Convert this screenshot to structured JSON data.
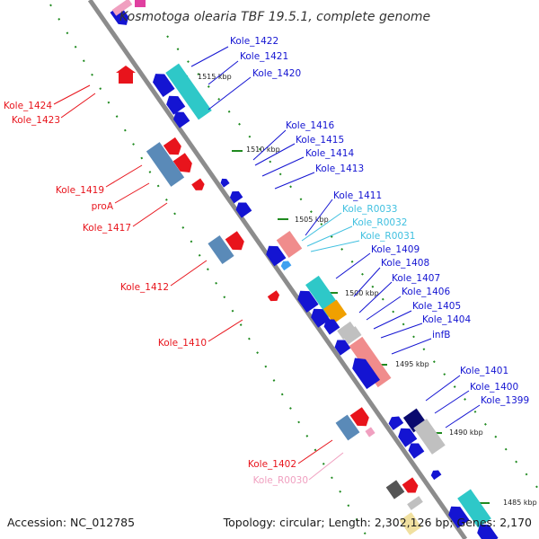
{
  "title": "Kosmotoga olearia TBF 19.5.1, complete genome",
  "footer": {
    "accession": "Accession: NC_012785",
    "topology": "Topology: circular; Length: 2,302,126 bp; Genes: 2,170"
  },
  "kbp_ticks": [
    "1515 kbp",
    "1510 kbp",
    "1505 kbp",
    "1500 kbp",
    "1495 kbp",
    "1490 kbp",
    "1485 kbp"
  ],
  "labels": {
    "kole_1422": "Kole_1422",
    "kole_1421": "Kole_1421",
    "kole_1420": "Kole_1420",
    "kole_1424": "Kole_1424",
    "kole_1423": "Kole_1423",
    "kole_1416": "Kole_1416",
    "kole_1415": "Kole_1415",
    "kole_1414": "Kole_1414",
    "kole_1413": "Kole_1413",
    "kole_1419": "Kole_1419",
    "proa": "proA",
    "kole_1417": "Kole_1417",
    "kole_1411": "Kole_1411",
    "kole_r0033": "Kole_R0033",
    "kole_r0032": "Kole_R0032",
    "kole_r0031": "Kole_R0031",
    "kole_1409": "Kole_1409",
    "kole_1408": "Kole_1408",
    "kole_1407": "Kole_1407",
    "kole_1406": "Kole_1406",
    "kole_1405": "Kole_1405",
    "kole_1404": "Kole_1404",
    "infb": "infB",
    "kole_1412": "Kole_1412",
    "kole_1410": "Kole_1410",
    "kole_1401": "Kole_1401",
    "kole_1400": "Kole_1400",
    "kole_1399": "Kole_1399",
    "kole_1402": "Kole_1402",
    "kole_r0030": "Kole_R0030"
  },
  "colors": {
    "backbone": "#8c8c8c",
    "forward_gene": "#e8141c",
    "reverse_gene": "#1414d2",
    "steel_gene": "#5a8ab8",
    "cyan_gene": "#2ec8c8",
    "salmon_gene": "#f08c8c",
    "orange_gene": "#f0a000",
    "gray_gene": "#c0c0c0",
    "navy_gene": "#0a0a6e",
    "tick": "#1f8a1f",
    "rna_label": "#40c0e0",
    "trna_label": "#f0a0c0"
  }
}
